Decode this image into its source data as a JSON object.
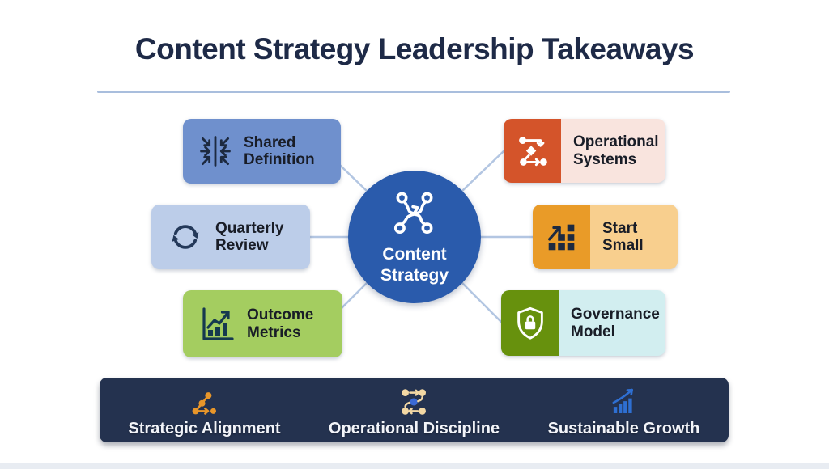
{
  "title": "Content Strategy Leadership Takeaways",
  "center": {
    "label": "Content Strategy",
    "icon": "network-nodes-icon",
    "fill": "#2a5bac",
    "text_color": "#ffffff"
  },
  "nodes": [
    {
      "label": "Shared Definition",
      "icon": "converge-arrows-icon",
      "fill": "#6f90cd",
      "icon_color": "#1d2a40",
      "position": "top-left"
    },
    {
      "label": "Quarterly Review",
      "icon": "refresh-cycle-icon",
      "fill": "#bccde9",
      "icon_color": "#24395a",
      "position": "middle-left"
    },
    {
      "label": "Outcome Metrics",
      "icon": "bar-chart-rising-icon",
      "fill": "#a4cd60",
      "icon_color": "#16394f",
      "position": "bottom-left"
    },
    {
      "label": "Operational Systems",
      "icon": "flowchart-icon",
      "fill": "#f9e4de",
      "icon_bg": "#d4542a",
      "icon_color": "#ffffff",
      "position": "top-right"
    },
    {
      "label": "Start Small",
      "icon": "stairs-growth-icon",
      "fill": "#f8cf8e",
      "icon_bg": "#e99b28",
      "icon_color": "#1d2a40",
      "position": "middle-right"
    },
    {
      "label": "Governance Model",
      "icon": "shield-lock-icon",
      "fill": "#d2eef0",
      "icon_bg": "#67910d",
      "icon_color": "#ffffff",
      "position": "bottom-right"
    }
  ],
  "footer": {
    "bg": "#24324f",
    "items": [
      {
        "label": "Strategic Alignment",
        "icon": "alignment-path-icon",
        "icon_color": "#e8962a"
      },
      {
        "label": "Operational Discipline",
        "icon": "process-loop-icon",
        "icon_colors": [
          "#f3d8a4",
          "#3b6ad4"
        ]
      },
      {
        "label": "Sustainable Growth",
        "icon": "growth-chart-icon",
        "icon_color": "#2e6fd2"
      }
    ]
  },
  "connector_color": "#b3c6e2",
  "divider_color": "#a9bedd"
}
